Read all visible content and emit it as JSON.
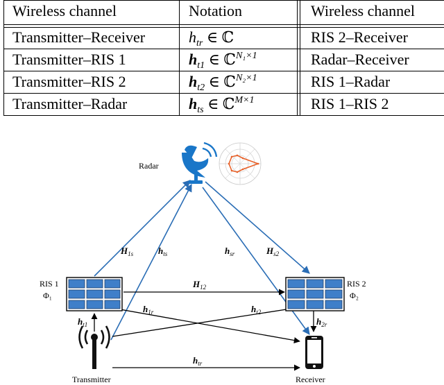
{
  "table": {
    "headers": [
      "Wireless channel",
      "Notation",
      "Wireless channel"
    ],
    "rows": [
      {
        "channel": "Transmitter–Receiver",
        "sym": "h",
        "sub": "tr",
        "rel": "∈ ℂ",
        "sup": "",
        "right": "RIS 2–Receiver"
      },
      {
        "channel": "Transmitter–RIS 1",
        "sym": "h",
        "sub": "t1",
        "rel": "∈ ℂ",
        "sup": "N₁×1",
        "right": "Radar–Receiver"
      },
      {
        "channel": "Transmitter–RIS 2",
        "sym": "h",
        "sub": "t2",
        "rel": "∈ ℂ",
        "sup": "N₂×1",
        "right": "RIS 1–Radar"
      },
      {
        "channel": "Transmitter–Radar",
        "sym": "h",
        "sub": "ts",
        "rel": "∈ ℂ",
        "sup": "M×1",
        "right": "RIS 1–RIS 2"
      }
    ]
  },
  "diagram": {
    "radar_label": "Radar",
    "ris1_label": "RIS 1",
    "ris1_phase": "Φ₁",
    "ris2_label": "RIS 2",
    "ris2_phase": "Φ₂",
    "transmitter_label": "Transmitter",
    "receiver_label": "Receiver",
    "channels": {
      "H1s": {
        "sym": "H",
        "sub": "1s"
      },
      "hts": {
        "sym": "h",
        "sub": "ts"
      },
      "hsr": {
        "sym": "h",
        "sub": "sr"
      },
      "Hs2": {
        "sym": "H",
        "sub": "s2"
      },
      "H12": {
        "sym": "H",
        "sub": "12"
      },
      "h1r": {
        "sym": "h",
        "sub": "1r"
      },
      "ht2": {
        "sym": "h",
        "sub": "t2"
      },
      "ht1": {
        "sym": "h",
        "sub": "t1"
      },
      "h2r": {
        "sym": "h",
        "sub": "2r"
      },
      "htr": {
        "sym": "h",
        "sub": "tr"
      }
    },
    "colors": {
      "arrow_blue": "#2a6db5",
      "ris_tile": "#3f7fc9",
      "radar_blue": "#1976c8",
      "pattern_orange": "#e8622a"
    }
  }
}
